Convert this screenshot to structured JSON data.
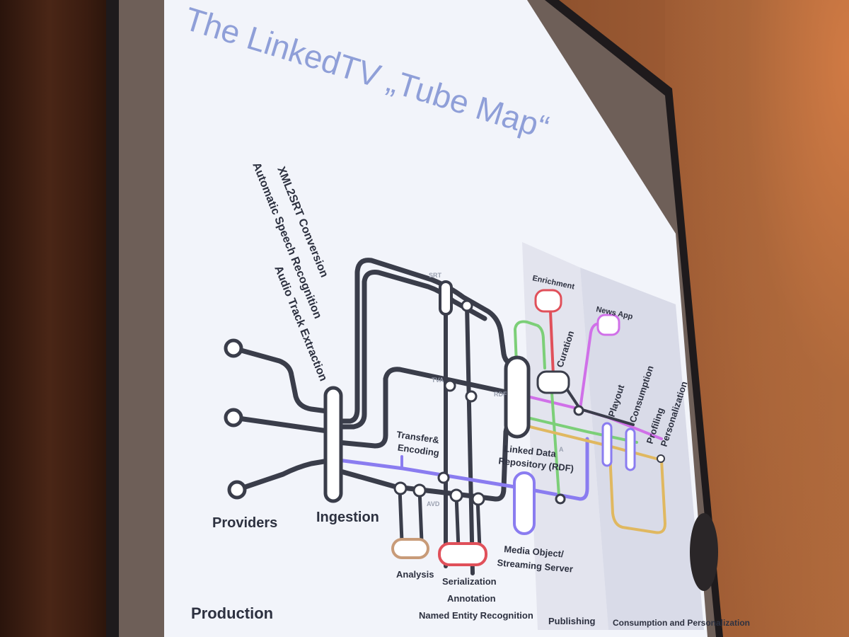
{
  "slide": {
    "title": "The LinkedTV „Tube Map“"
  },
  "rotated_labels": {
    "xml2srt": "XML2SRT Conversion",
    "asr": "Automatic Speech Recognition",
    "ate": "Audio Track Extraction",
    "curation": "Curation",
    "playout": "Playout",
    "consumption": "Consumption",
    "profiling": "Profiling",
    "personalization": "Personalization"
  },
  "stations": {
    "providers": "Providers",
    "ingestion": "Ingestion",
    "transfer_1": "Transfer&",
    "transfer_2": "Encoding",
    "analysis": "Analysis",
    "serialization": "Serialization",
    "annotation": "Annotation",
    "ner": "Named Entity Recognition",
    "ldr_1": "Linked Data",
    "ldr_2": "Repository (RDF)",
    "media_1": "Media Object/",
    "media_2": "Streaming Server",
    "enrichment": "Enrichment",
    "news_app": "News App"
  },
  "line_tags": {
    "srt": "SRT",
    "tva": "TVA",
    "rdf": "RDF",
    "avd": "AVD",
    "a": "A"
  },
  "sections": {
    "production": "Production",
    "publishing": "Publishing",
    "consumption": "Consumption and Personalization"
  },
  "colors": {
    "dark_line": "#3a3d4a",
    "purple_line": "#8a7cf0",
    "green_line": "#7ccf78",
    "yellow_line": "#e0b860",
    "red_line": "#e0505a",
    "pink_line": "#d070e8",
    "tan_station": "#c89b78",
    "screen_bg": "#f2f4fa",
    "panel_shade": "#d9dbe8",
    "title_color": "#8f9fd8"
  }
}
